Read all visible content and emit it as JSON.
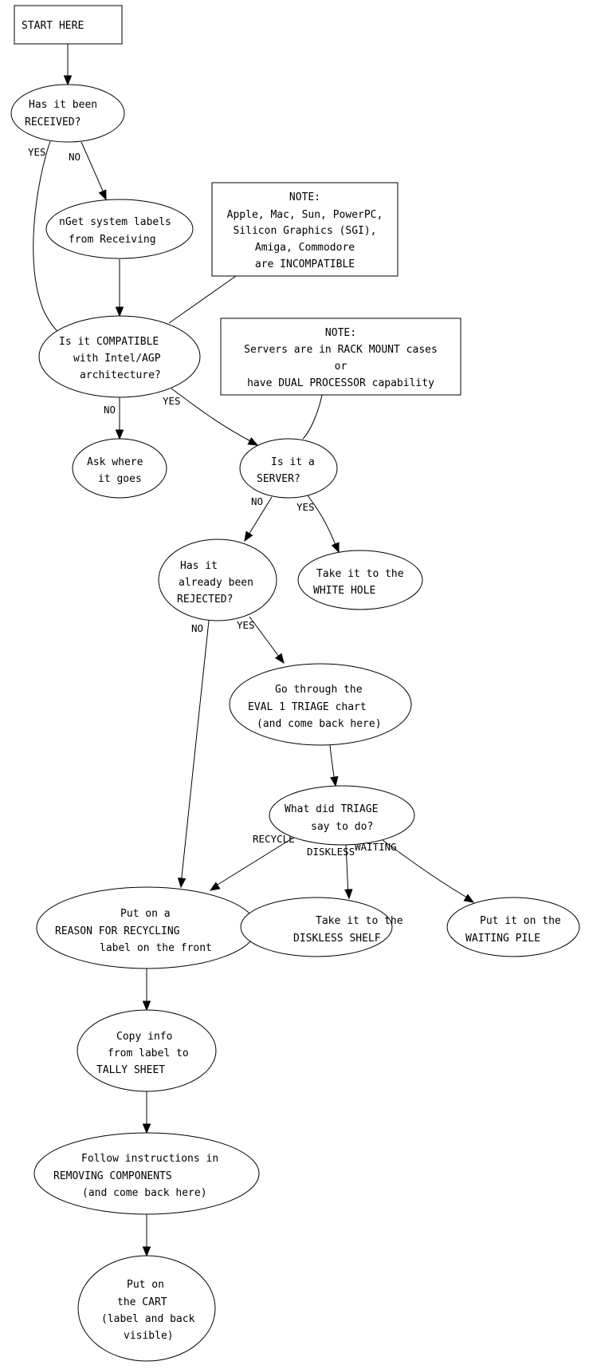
{
  "diagram": {
    "nodes": [
      {
        "id": "start",
        "shape": "box",
        "lines": [
          "START HERE"
        ]
      },
      {
        "id": "received",
        "shape": "ellipse",
        "lines": [
          "  Has it been",
          "RECEIVED?"
        ]
      },
      {
        "id": "getlabels",
        "shape": "ellipse",
        "lines": [
          "nGet system labels",
          " from Receiving"
        ]
      },
      {
        "id": "note1",
        "shape": "box",
        "lines": [
          "NOTE:",
          "Apple, Mac, Sun, PowerPC,",
          "  Silicon Graphics (SGI),",
          "   Amiga, Commodore",
          "  are INCOMPATIBLE"
        ]
      },
      {
        "id": "compatible",
        "shape": "ellipse",
        "lines": [
          "Is it COMPATIBLE",
          "  with Intel/AGP",
          "   architecture?"
        ]
      },
      {
        "id": "note2",
        "shape": "box",
        "lines": [
          "NOTE:",
          "Servers are in RACK MOUNT cases",
          "or",
          "have DUAL PROCESSOR capability"
        ]
      },
      {
        "id": "ask",
        "shape": "ellipse",
        "lines": [
          "Ask where",
          "  it goes"
        ]
      },
      {
        "id": "server",
        "shape": "ellipse",
        "lines": [
          "   Is it a",
          "SERVER?"
        ]
      },
      {
        "id": "rejected",
        "shape": "ellipse",
        "lines": [
          "  Has it",
          "already been",
          "REJECTED?"
        ]
      },
      {
        "id": "whitehole",
        "shape": "ellipse",
        "lines": [
          "  Take it to the",
          "WHITE HOLE"
        ]
      },
      {
        "id": "gothrough",
        "shape": "ellipse",
        "lines": [
          "   Go through the",
          "EVAL 1 TRIAGE chart",
          "  (and come back here)"
        ]
      },
      {
        "id": "triage",
        "shape": "ellipse",
        "lines": [
          "What did TRIAGE",
          "   say to do?"
        ]
      },
      {
        "id": "reason",
        "shape": "ellipse",
        "lines": [
          "Put on a",
          "REASON FOR RECYCLING",
          "     label on the front"
        ]
      },
      {
        "id": "diskless",
        "shape": "ellipse",
        "lines": [
          "   Take it to the",
          "DISKLESS SHELF"
        ]
      },
      {
        "id": "waiting",
        "shape": "ellipse",
        "lines": [
          "  Put it on the",
          "WAITING PILE"
        ]
      },
      {
        "id": "copy",
        "shape": "ellipse",
        "lines": [
          "Copy info",
          " from label to",
          "TALLY SHEET"
        ]
      },
      {
        "id": "follow",
        "shape": "ellipse",
        "lines": [
          "    Follow instructions in",
          "REMOVING COMPONENTS",
          "    (and come back here)"
        ]
      },
      {
        "id": "cart",
        "shape": "ellipse",
        "lines": [
          "Put on",
          "the CART",
          " (label and back",
          "  visible)"
        ]
      }
    ],
    "edges": [
      {
        "from": "start",
        "to": "received",
        "label": ""
      },
      {
        "from": "received",
        "to": "compatible",
        "label": "YES"
      },
      {
        "from": "received",
        "to": "getlabels",
        "label": "NO"
      },
      {
        "from": "getlabels",
        "to": "compatible",
        "label": ""
      },
      {
        "from": "note1",
        "to": "compatible",
        "label": "",
        "arrow": false
      },
      {
        "from": "compatible",
        "to": "ask",
        "label": "NO"
      },
      {
        "from": "compatible",
        "to": "server",
        "label": "YES"
      },
      {
        "from": "note2",
        "to": "server",
        "label": "",
        "arrow": false
      },
      {
        "from": "server",
        "to": "rejected",
        "label": "NO"
      },
      {
        "from": "server",
        "to": "whitehole",
        "label": "YES"
      },
      {
        "from": "rejected",
        "to": "reason",
        "label": "NO"
      },
      {
        "from": "rejected",
        "to": "gothrough",
        "label": "YES"
      },
      {
        "from": "gothrough",
        "to": "triage",
        "label": ""
      },
      {
        "from": "triage",
        "to": "reason",
        "label": "RECYCLE"
      },
      {
        "from": "triage",
        "to": "diskless",
        "label": "DISKLESS"
      },
      {
        "from": "triage",
        "to": "waiting",
        "label": "WAITING"
      },
      {
        "from": "reason",
        "to": "copy",
        "label": ""
      },
      {
        "from": "copy",
        "to": "follow",
        "label": ""
      },
      {
        "from": "follow",
        "to": "cart",
        "label": ""
      }
    ]
  }
}
